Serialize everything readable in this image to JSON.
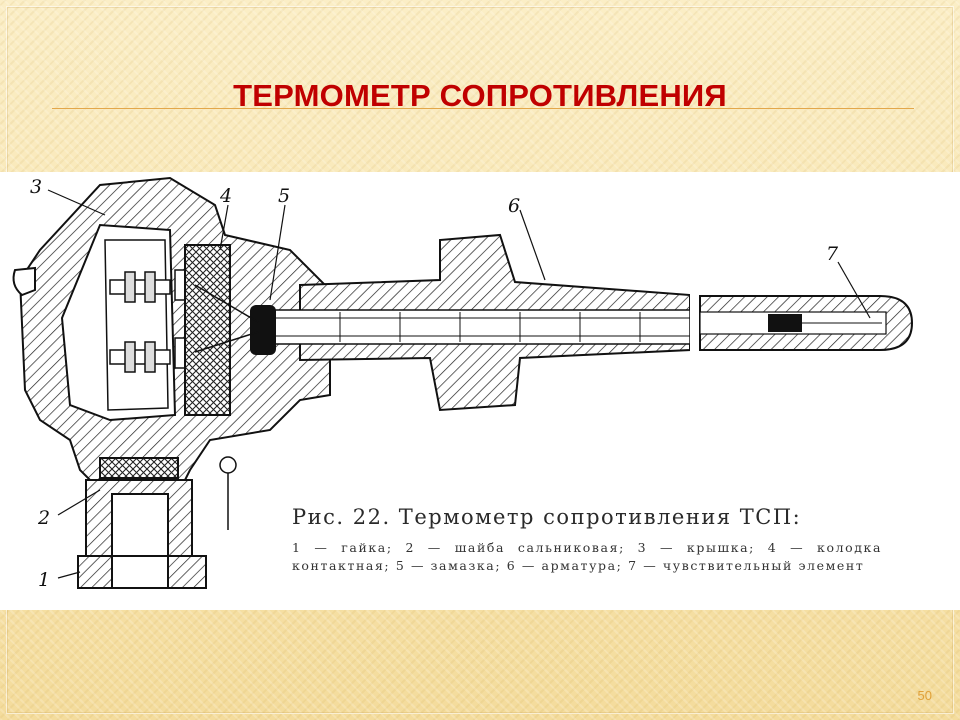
{
  "slide": {
    "title": "ТЕРМОМЕТР СОПРОТИВЛЕНИЯ",
    "page_number": "50",
    "accent_color": "#c00000",
    "rule_color": "#e3a74a"
  },
  "figure": {
    "callouts": [
      "3",
      "4",
      "5",
      "6",
      "7",
      "2",
      "1"
    ],
    "caption_title": "Рис. 22. Термометр сопротивления ТСП:",
    "caption_text": "1 — гайка; 2 — шайба сальниковая; 3 — крышка; 4 — колодка контактная; 5 — замазка; 6 — арматура; 7 — чувствительный элемент"
  }
}
